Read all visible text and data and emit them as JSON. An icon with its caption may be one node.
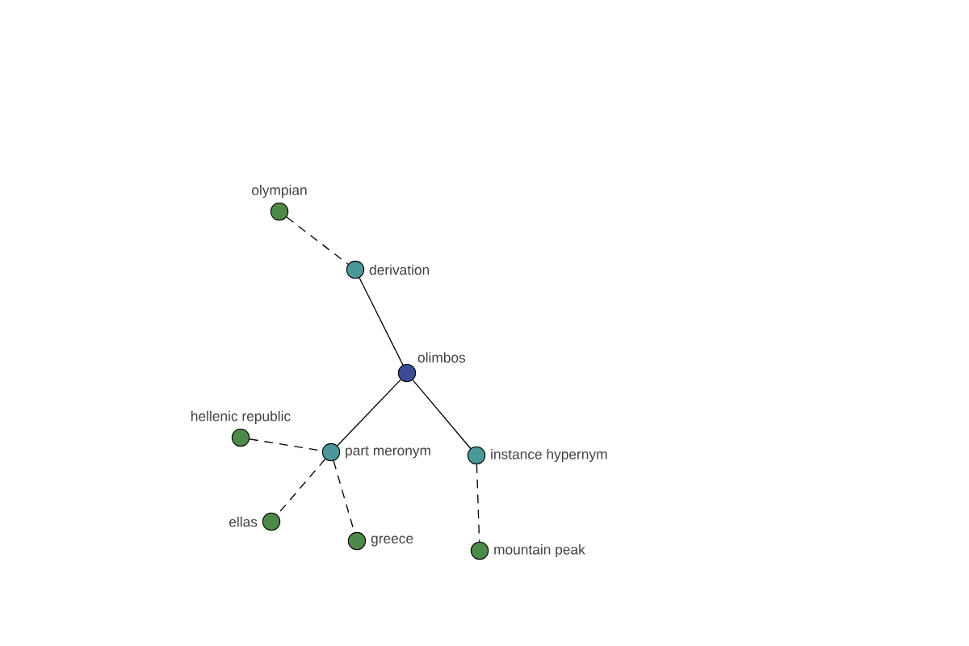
{
  "diagram": {
    "nodes": [
      {
        "text": [
          "olympian"
        ]
      },
      {
        "text": [
          "derivation"
        ]
      },
      {
        "text": [
          "olimbos"
        ]
      },
      {
        "text": [
          "hellenic republic"
        ]
      },
      {
        "text": [
          "part meronym"
        ]
      },
      {
        "text": [
          "instance hypernym"
        ]
      },
      {
        "text": [
          "ellas"
        ]
      },
      {
        "text": [
          "greece"
        ]
      },
      {
        "text": [
          "mountain peak"
        ]
      }
    ],
    "edges": [
      {
        "from": 0,
        "to": 1,
        "arrow": "none",
        "style": "dashed"
      },
      {
        "from": 1,
        "to": 2,
        "arrow": "none"
      },
      {
        "from": 2,
        "to": 4,
        "arrow": "none"
      },
      {
        "from": 2,
        "to": 5,
        "arrow": "none"
      },
      {
        "from": 3,
        "to": 4,
        "arrow": "none",
        "style": "dashed"
      },
      {
        "from": 4,
        "to": 6,
        "arrow": "none",
        "style": "dashed"
      },
      {
        "from": 4,
        "to": 7,
        "arrow": "none",
        "style": "dashed"
      },
      {
        "from": 5,
        "to": 8,
        "arrow": "none",
        "style": "dashed"
      }
    ]
  }
}
